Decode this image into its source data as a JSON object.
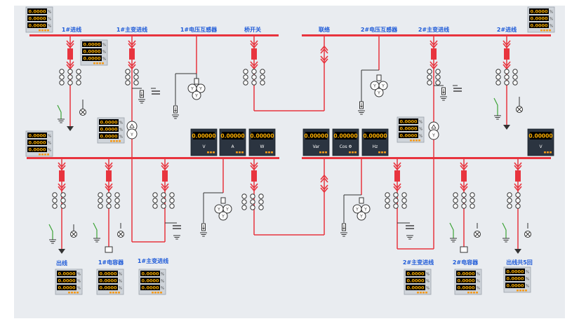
{
  "colors": {
    "panel_bg": "#e9ecf0",
    "bus": "#e8343e",
    "feeder": "#e8343e",
    "breaker": "#e8343e",
    "label": "#1f5bd8",
    "wire_dark": "#333333",
    "earth_green": "#3aa335",
    "meter_bezel": "#2b3440",
    "meter_face": "#000000",
    "meter_digits": "#ffb000",
    "meter_box": "#cfd4da",
    "led": "#f39a1c"
  },
  "labels": {
    "l1": "1#进线",
    "l2": "1#主变进线",
    "l3": "1#电压互感器",
    "l4": "桥开关",
    "l5": "联络",
    "l6": "2#电压互感器",
    "l7": "2#主变进线",
    "l8": "2#进线",
    "l9": "出线",
    "l10": "1#电容器",
    "l11": "1#主变进线",
    "l12": "2#主变进线",
    "l13": "2#电容器",
    "l14": "出线共5回"
  },
  "meters": {
    "small_value": "0.0000",
    "unit_tag": "%",
    "big_value": "0.00000",
    "big1": {
      "unit": "V"
    },
    "big2": {
      "unit": "A"
    },
    "big3": {
      "unit": "W"
    },
    "big4": {
      "unit": "Var"
    },
    "big5": {
      "unit": "Cos Φ"
    },
    "big6": {
      "unit": "Hz"
    },
    "big7": {
      "unit": "V"
    }
  }
}
